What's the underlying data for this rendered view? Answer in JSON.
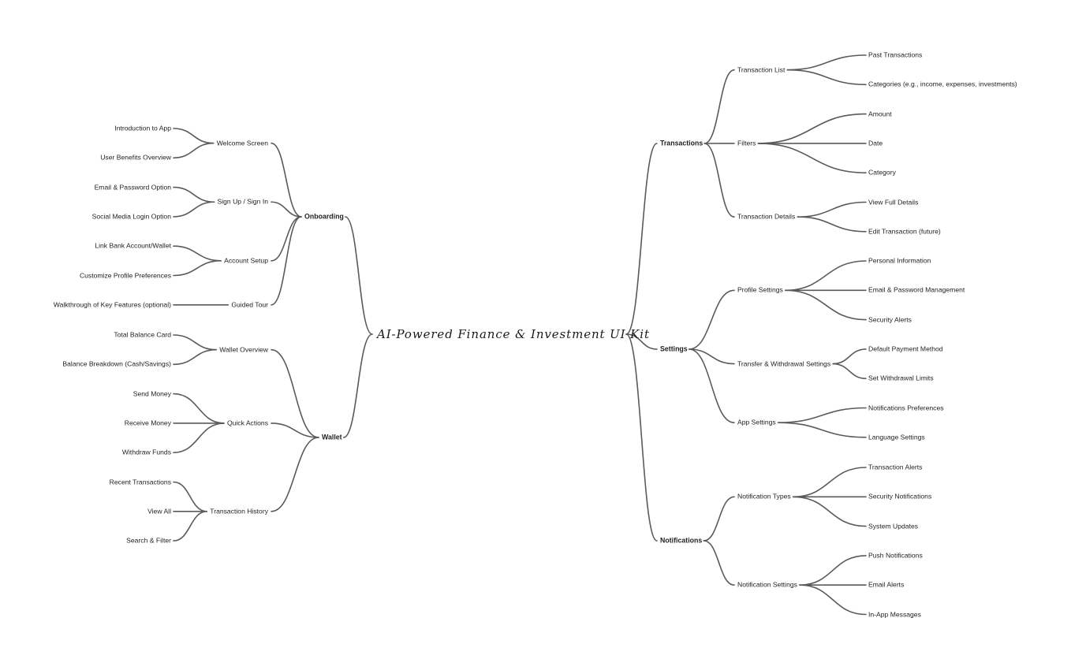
{
  "root": "AI-Powered Finance & Investment UI Kit",
  "branches": [
    {
      "label": "Onboarding",
      "side": "left",
      "children": [
        {
          "label": "Welcome Screen",
          "children": [
            "Introduction to App",
            "User Benefits Overview"
          ]
        },
        {
          "label": "Sign Up / Sign In",
          "children": [
            "Email & Password Option",
            "Social Media Login Option"
          ]
        },
        {
          "label": "Account Setup",
          "children": [
            "Link Bank Account/Wallet",
            "Customize Profile Preferences"
          ]
        },
        {
          "label": "Guided Tour",
          "children": [
            "Walkthrough of Key Features (optional)"
          ]
        }
      ]
    },
    {
      "label": "Wallet",
      "side": "left",
      "children": [
        {
          "label": "Wallet Overview",
          "children": [
            "Total Balance Card",
            "Balance Breakdown (Cash/Savings)"
          ]
        },
        {
          "label": "Quick Actions",
          "children": [
            "Send Money",
            "Receive Money",
            "Withdraw Funds"
          ]
        },
        {
          "label": "Transaction History",
          "children": [
            "Recent Transactions",
            "View All",
            "Search & Filter"
          ]
        }
      ]
    },
    {
      "label": "Transactions",
      "side": "right",
      "children": [
        {
          "label": "Transaction List",
          "children": [
            "Past Transactions",
            "Categories (e.g., income, expenses, investments)"
          ]
        },
        {
          "label": "Filters",
          "children": [
            "Amount",
            "Date",
            "Category"
          ]
        },
        {
          "label": "Transaction Details",
          "children": [
            "View Full Details",
            "Edit Transaction (future)"
          ]
        }
      ]
    },
    {
      "label": "Settings",
      "side": "right",
      "children": [
        {
          "label": "Profile Settings",
          "children": [
            "Personal Information",
            "Email & Password Management",
            "Security Alerts"
          ]
        },
        {
          "label": "Transfer & Withdrawal Settings",
          "children": [
            "Default Payment Method",
            "Set Withdrawal Limits"
          ]
        },
        {
          "label": "App Settings",
          "children": [
            "Notifications Preferences",
            "Language Settings"
          ]
        }
      ]
    },
    {
      "label": "Notifications",
      "side": "right",
      "children": [
        {
          "label": "Notification Types",
          "children": [
            "Transaction Alerts",
            "Security Notifications",
            "System Updates"
          ]
        },
        {
          "label": "Notification Settings",
          "children": [
            "Push Notifications",
            "Email Alerts",
            "In-App Messages"
          ]
        }
      ]
    }
  ],
  "colors": {
    "edge": "#5a5a5a",
    "text": "#1f1f1f",
    "background": "#ffffff"
  }
}
